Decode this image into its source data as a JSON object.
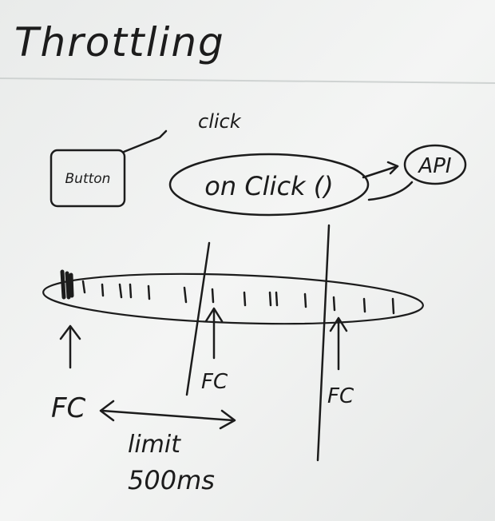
{
  "title": "Throttling",
  "click_label": "click",
  "button_label": "Button",
  "handler_label": "on Click ()",
  "api_label": "API",
  "fc_marker_1": "FC",
  "fc_marker_2": "FC",
  "fc_marker_3": "FC",
  "limit_label": "limit",
  "limit_value": "500ms",
  "ink_color": "#1c1c1c",
  "board_color": "#eef0ee"
}
